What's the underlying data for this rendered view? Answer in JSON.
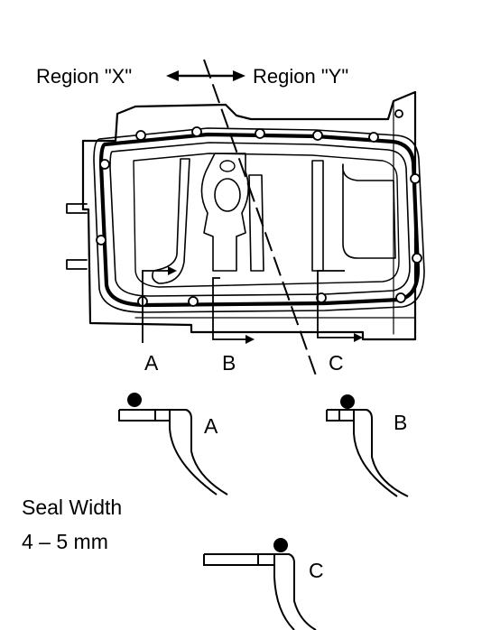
{
  "regions": {
    "left": "Region \"X\"",
    "right": "Region \"Y\""
  },
  "section_labels": [
    "A",
    "B",
    "C"
  ],
  "detail_labels": {
    "a": "A",
    "b": "B",
    "c": "C"
  },
  "seal": {
    "title": "Seal Width",
    "value": "4 – 5 mm"
  },
  "icons": [
    "double-arrow-icon",
    "sealant-bead-icon"
  ],
  "colors": {
    "line": "#000000",
    "background": "#ffffff"
  }
}
